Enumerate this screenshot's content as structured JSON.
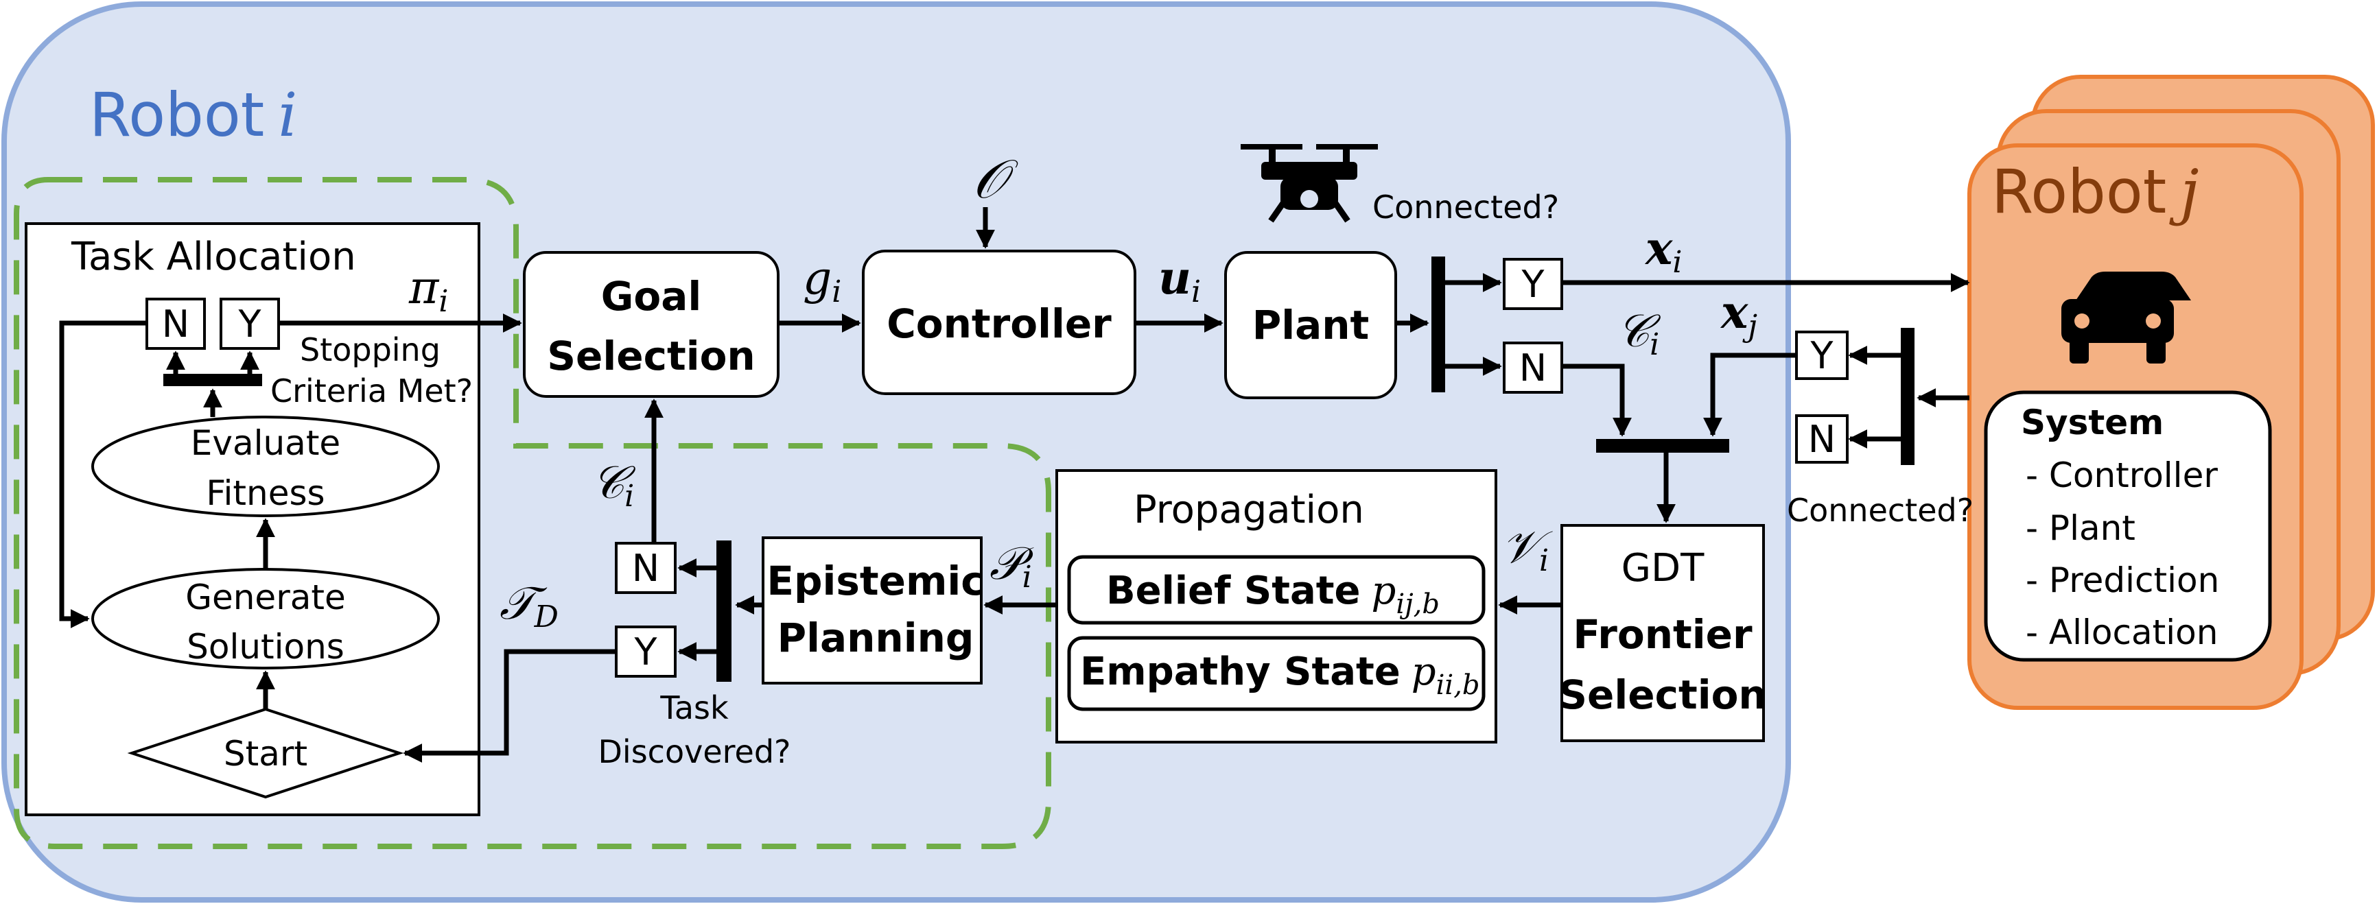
{
  "robot_i": {
    "name": "Robot",
    "index": "i"
  },
  "robot_j": {
    "name": "Robot",
    "index": "j"
  },
  "task_allocation": {
    "title": "Task Allocation",
    "no": "N",
    "yes": "Y",
    "stopping_line1": "Stopping",
    "stopping_line2": "Criteria Met?",
    "evaluate_line1": "Evaluate",
    "evaluate_line2": "Fitness",
    "generate_line1": "Generate",
    "generate_line2": "Solutions",
    "start": "Start"
  },
  "goal_selection": {
    "line1": "Goal",
    "line2": "Selection"
  },
  "controller": {
    "label": "Controller",
    "obstacle_symbol": "𝒪"
  },
  "plant": {
    "label": "Plant"
  },
  "connected_question": "Connected?",
  "switch_yes": "Y",
  "switch_no": "N",
  "epistemic": {
    "line1": "Epistemic",
    "line2": "Planning"
  },
  "task_discovered_line1": "Task",
  "task_discovered_line2": "Discovered?",
  "propagation": {
    "title": "Propagation",
    "belief_label": "Belief State",
    "belief_symbol": "p",
    "belief_sub": "ij,b",
    "empathy_label": "Empathy State",
    "empathy_symbol": "p",
    "empathy_sub": "ii,b"
  },
  "gdt": {
    "title": "GDT",
    "line1": "Frontier",
    "line2": "Selection"
  },
  "signals": {
    "pi": "π",
    "pi_sub": "i",
    "g": "g",
    "g_sub": "i",
    "u": "u",
    "u_sub": "i",
    "x_i": "x",
    "x_i_sub": "i",
    "x_j": "x",
    "x_j_sub": "j",
    "c": "𝒞",
    "c_sub": "i",
    "v": "𝒱",
    "v_sub": "i",
    "p": "𝒫",
    "p_sub": "i",
    "t": "𝒯",
    "t_sub": "D"
  },
  "system": {
    "title": "System",
    "items": [
      "- Controller",
      "- Plant",
      "- Prediction",
      "- Allocation"
    ]
  },
  "colors": {
    "robot_i_fill": "#dae3f3",
    "robot_i_stroke": "#8eaadb",
    "robot_i_text": "#4472c4",
    "robot_j_fill": "#f4b183",
    "robot_j_stroke": "#ed7d31",
    "robot_j_text": "#843c0c",
    "dashed_green": "#70ad47"
  },
  "icons": [
    "drone-icon",
    "car-icon"
  ]
}
